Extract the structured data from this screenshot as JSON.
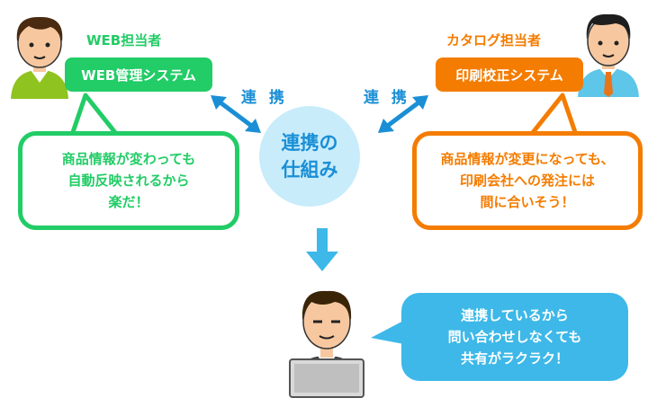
{
  "left": {
    "role": "WEB担当者",
    "system": "WEB管理システム",
    "bubble": [
      "商品情報が変わっても",
      "自動反映されるから",
      "楽だ！"
    ]
  },
  "right": {
    "role": "カタログ担当者",
    "system": "印刷校正システム",
    "bubble": [
      "商品情報が変更になっても、",
      "印刷会社への発注には",
      "間に合いそう！"
    ]
  },
  "center": {
    "title": [
      "連携の",
      "仕組み"
    ],
    "link_left": "連 携",
    "link_right": "連 携"
  },
  "bottom": {
    "bubble": [
      "連携しているから",
      "問い合わせしなくても",
      "共有がラクラク！"
    ]
  },
  "colors": {
    "green": "#22cc66",
    "orange": "#f47c00",
    "blue": "#3db8e8",
    "center_circle": "#c9ecfb",
    "arrow": "#1a8fd6"
  },
  "icons": [
    "person-left",
    "person-right",
    "person-laptop",
    "double-arrow",
    "down-arrow"
  ]
}
